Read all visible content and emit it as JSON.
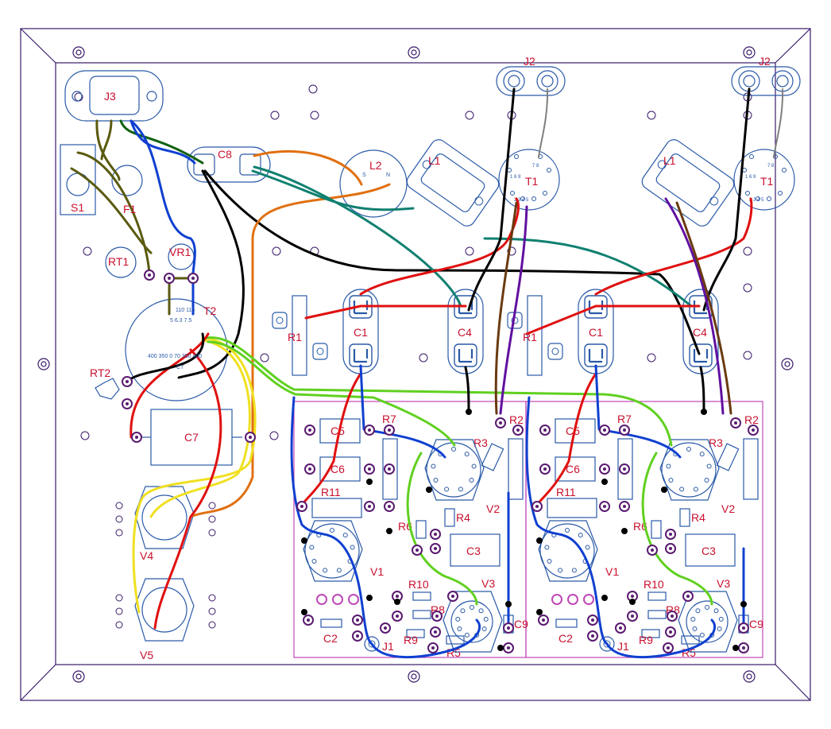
{
  "colors": {
    "outline": "#3a1a6a",
    "label": "#c8102e",
    "board": "#c048b8",
    "comp": "#2a5aa8",
    "red": "#e01010",
    "black": "#000000",
    "blue": "#1040d0",
    "green": "#60d020",
    "yellow": "#f0e020",
    "orange": "#e07010",
    "teal": "#108070",
    "olive": "#5a5a10",
    "purple": "#6010a0",
    "brown": "#6a3a10",
    "grey": "#808080",
    "darkgreen": "#106010"
  },
  "parts": {
    "j3": "J3",
    "s1": "S1",
    "f1": "F1",
    "c8": "C8",
    "l2": "L2",
    "l2_s": "S",
    "l2_n": "N",
    "rt1": "RT1",
    "vr1": "VR1",
    "t2": "T2",
    "rt2": "RT2",
    "c7": "C7",
    "v4": "V4",
    "v5": "V5",
    "t2_pins_top": "110 115",
    "t2_pins_mid": "5   6.3 7.5",
    "t2_pins_low": "400 350 0 70 350 400",
    "t2_ct": "CT"
  },
  "channels": [
    {
      "j2": "J2",
      "l1": "L1",
      "t1": "T1",
      "r1": "R1",
      "c1": "C1",
      "c4": "C4",
      "c5": "C5",
      "c6": "C6",
      "r7": "R7",
      "r2": "R2",
      "r3": "R3",
      "r11": "R11",
      "r6": "R6",
      "r4": "R4",
      "v2": "V2",
      "c3": "C3",
      "v1": "V1",
      "r10": "R10",
      "v3": "V3",
      "r8": "R8",
      "c9": "C9",
      "c2": "C2",
      "j1": "J1",
      "r9": "R9",
      "r5": "R5",
      "t1_pins_top": "7 8",
      "t1_pins_mid": "1 6   9",
      "t1_pins_low": "2  3  4  5"
    },
    {
      "j2": "J2",
      "l1": "L1",
      "t1": "T1",
      "r1": "R1",
      "c1": "C1",
      "c4": "C4",
      "c5": "C5",
      "c6": "C6",
      "r7": "R7",
      "r2": "R2",
      "r3": "R3",
      "r11": "R11",
      "r6": "R6",
      "r4": "R4",
      "v2": "V2",
      "c3": "C3",
      "v1": "V1",
      "r10": "R10",
      "v3": "V3",
      "r8": "R8",
      "c9": "C9",
      "c2": "C2",
      "j1": "J1",
      "r9": "R9",
      "r5": "R5",
      "t1_pins_top": "7 8",
      "t1_pins_mid": "1 6   9",
      "t1_pins_low": "2  3  4  5"
    }
  ]
}
